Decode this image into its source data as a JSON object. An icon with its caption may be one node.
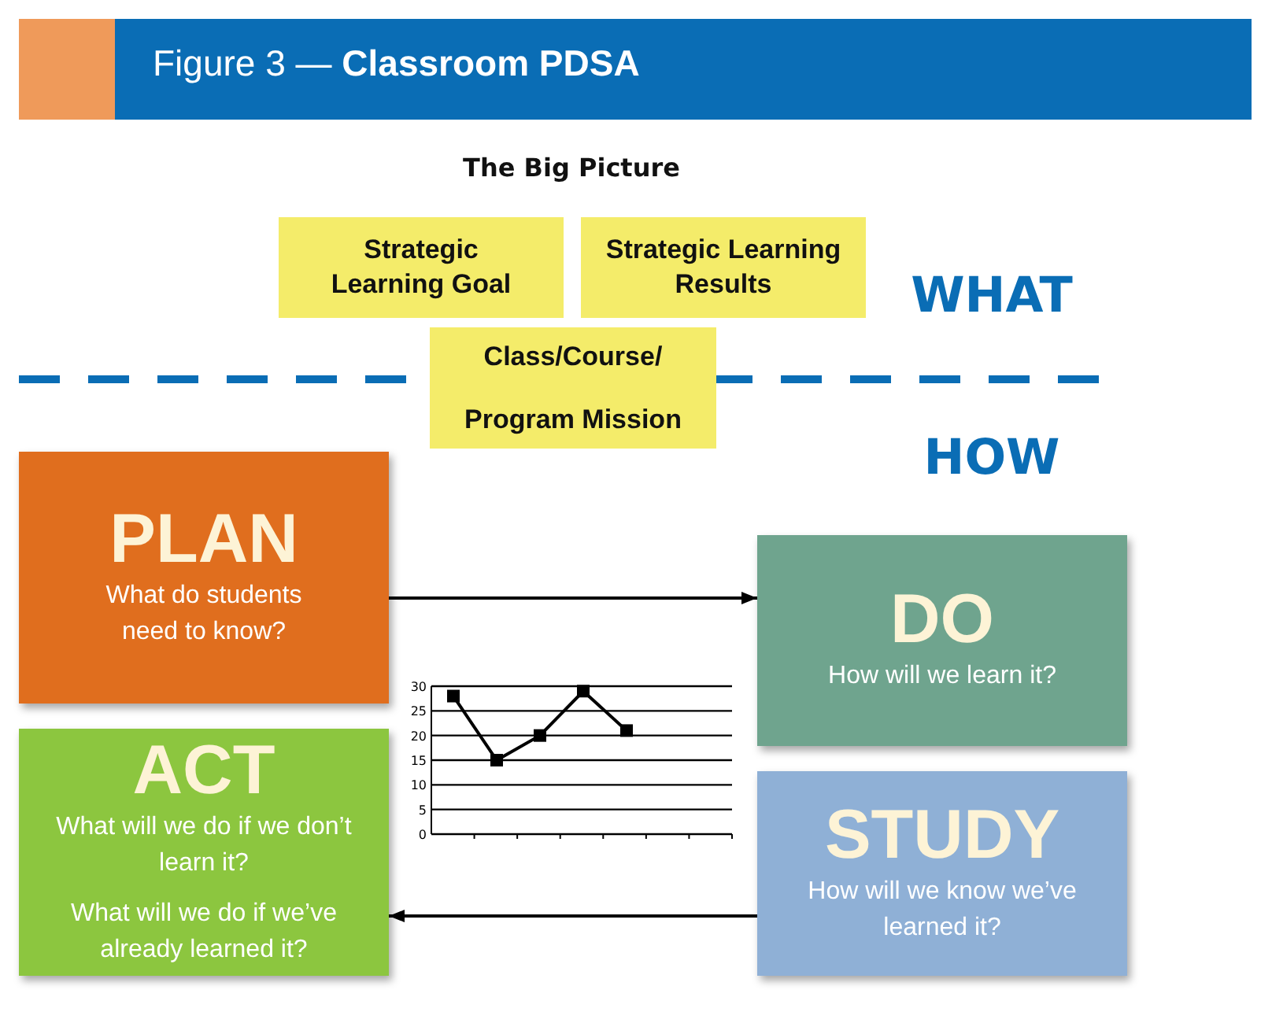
{
  "diagram": {
    "title": "Figure 3 — **Classroom PDSA**",
    "nodes": [
      {
        "text": [
          "Strategic Learning Goal"
        ]
      },
      {
        "text": [
          "Strategic Learning Results"
        ]
      },
      {
        "text": [
          "Class/Course/ Program Mission"
        ]
      },
      {
        "text": [
          "PLAN",
          "What do students need to know?"
        ]
      },
      {
        "text": [
          "DO",
          "How will we learn it?"
        ]
      },
      {
        "text": [
          "ACT",
          "What will we do if we don’t learn it?",
          "What will we do if we’ve already learned it?"
        ]
      },
      {
        "text": [
          "STUDY",
          "How will we know we’ve learned it?"
        ]
      }
    ],
    "edges": [
      {
        "from": 3,
        "to": 4,
        "arrow": "to"
      },
      {
        "from": 6,
        "to": 5,
        "arrow": "to"
      }
    ],
    "labels": [
      "The Big Picture",
      "WHAT",
      "HOW"
    ],
    "chart_data": {
      "type": "line",
      "categories": [
        null,
        null,
        null,
        null,
        null
      ],
      "ylim": [
        0,
        30
      ],
      "grid": true,
      "yticks": [
        0,
        5,
        10,
        15,
        20,
        25,
        30
      ],
      "series": [
        {
          "color": "#000000",
          "marker": "square",
          "values": [
            28,
            15,
            20,
            29,
            21
          ]
        }
      ]
    }
  }
}
